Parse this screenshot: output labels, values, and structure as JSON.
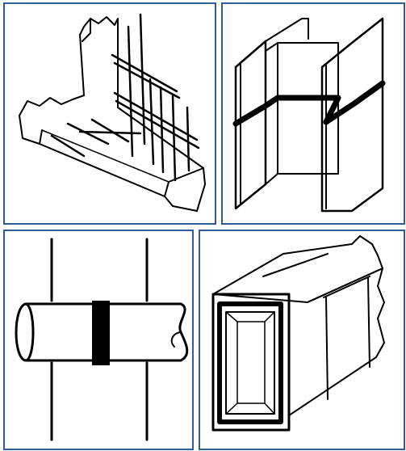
{
  "figure": {
    "panels": [
      {
        "subject": "concrete-footing-with-rebar"
      },
      {
        "subject": "steel-h-column-with-band"
      },
      {
        "subject": "pipe-between-posts-with-collar"
      },
      {
        "subject": "hollow-box-section"
      }
    ]
  },
  "colors": {
    "panel_border": "#2f5d9c",
    "ink": "#000000",
    "background": "#ffffff"
  }
}
